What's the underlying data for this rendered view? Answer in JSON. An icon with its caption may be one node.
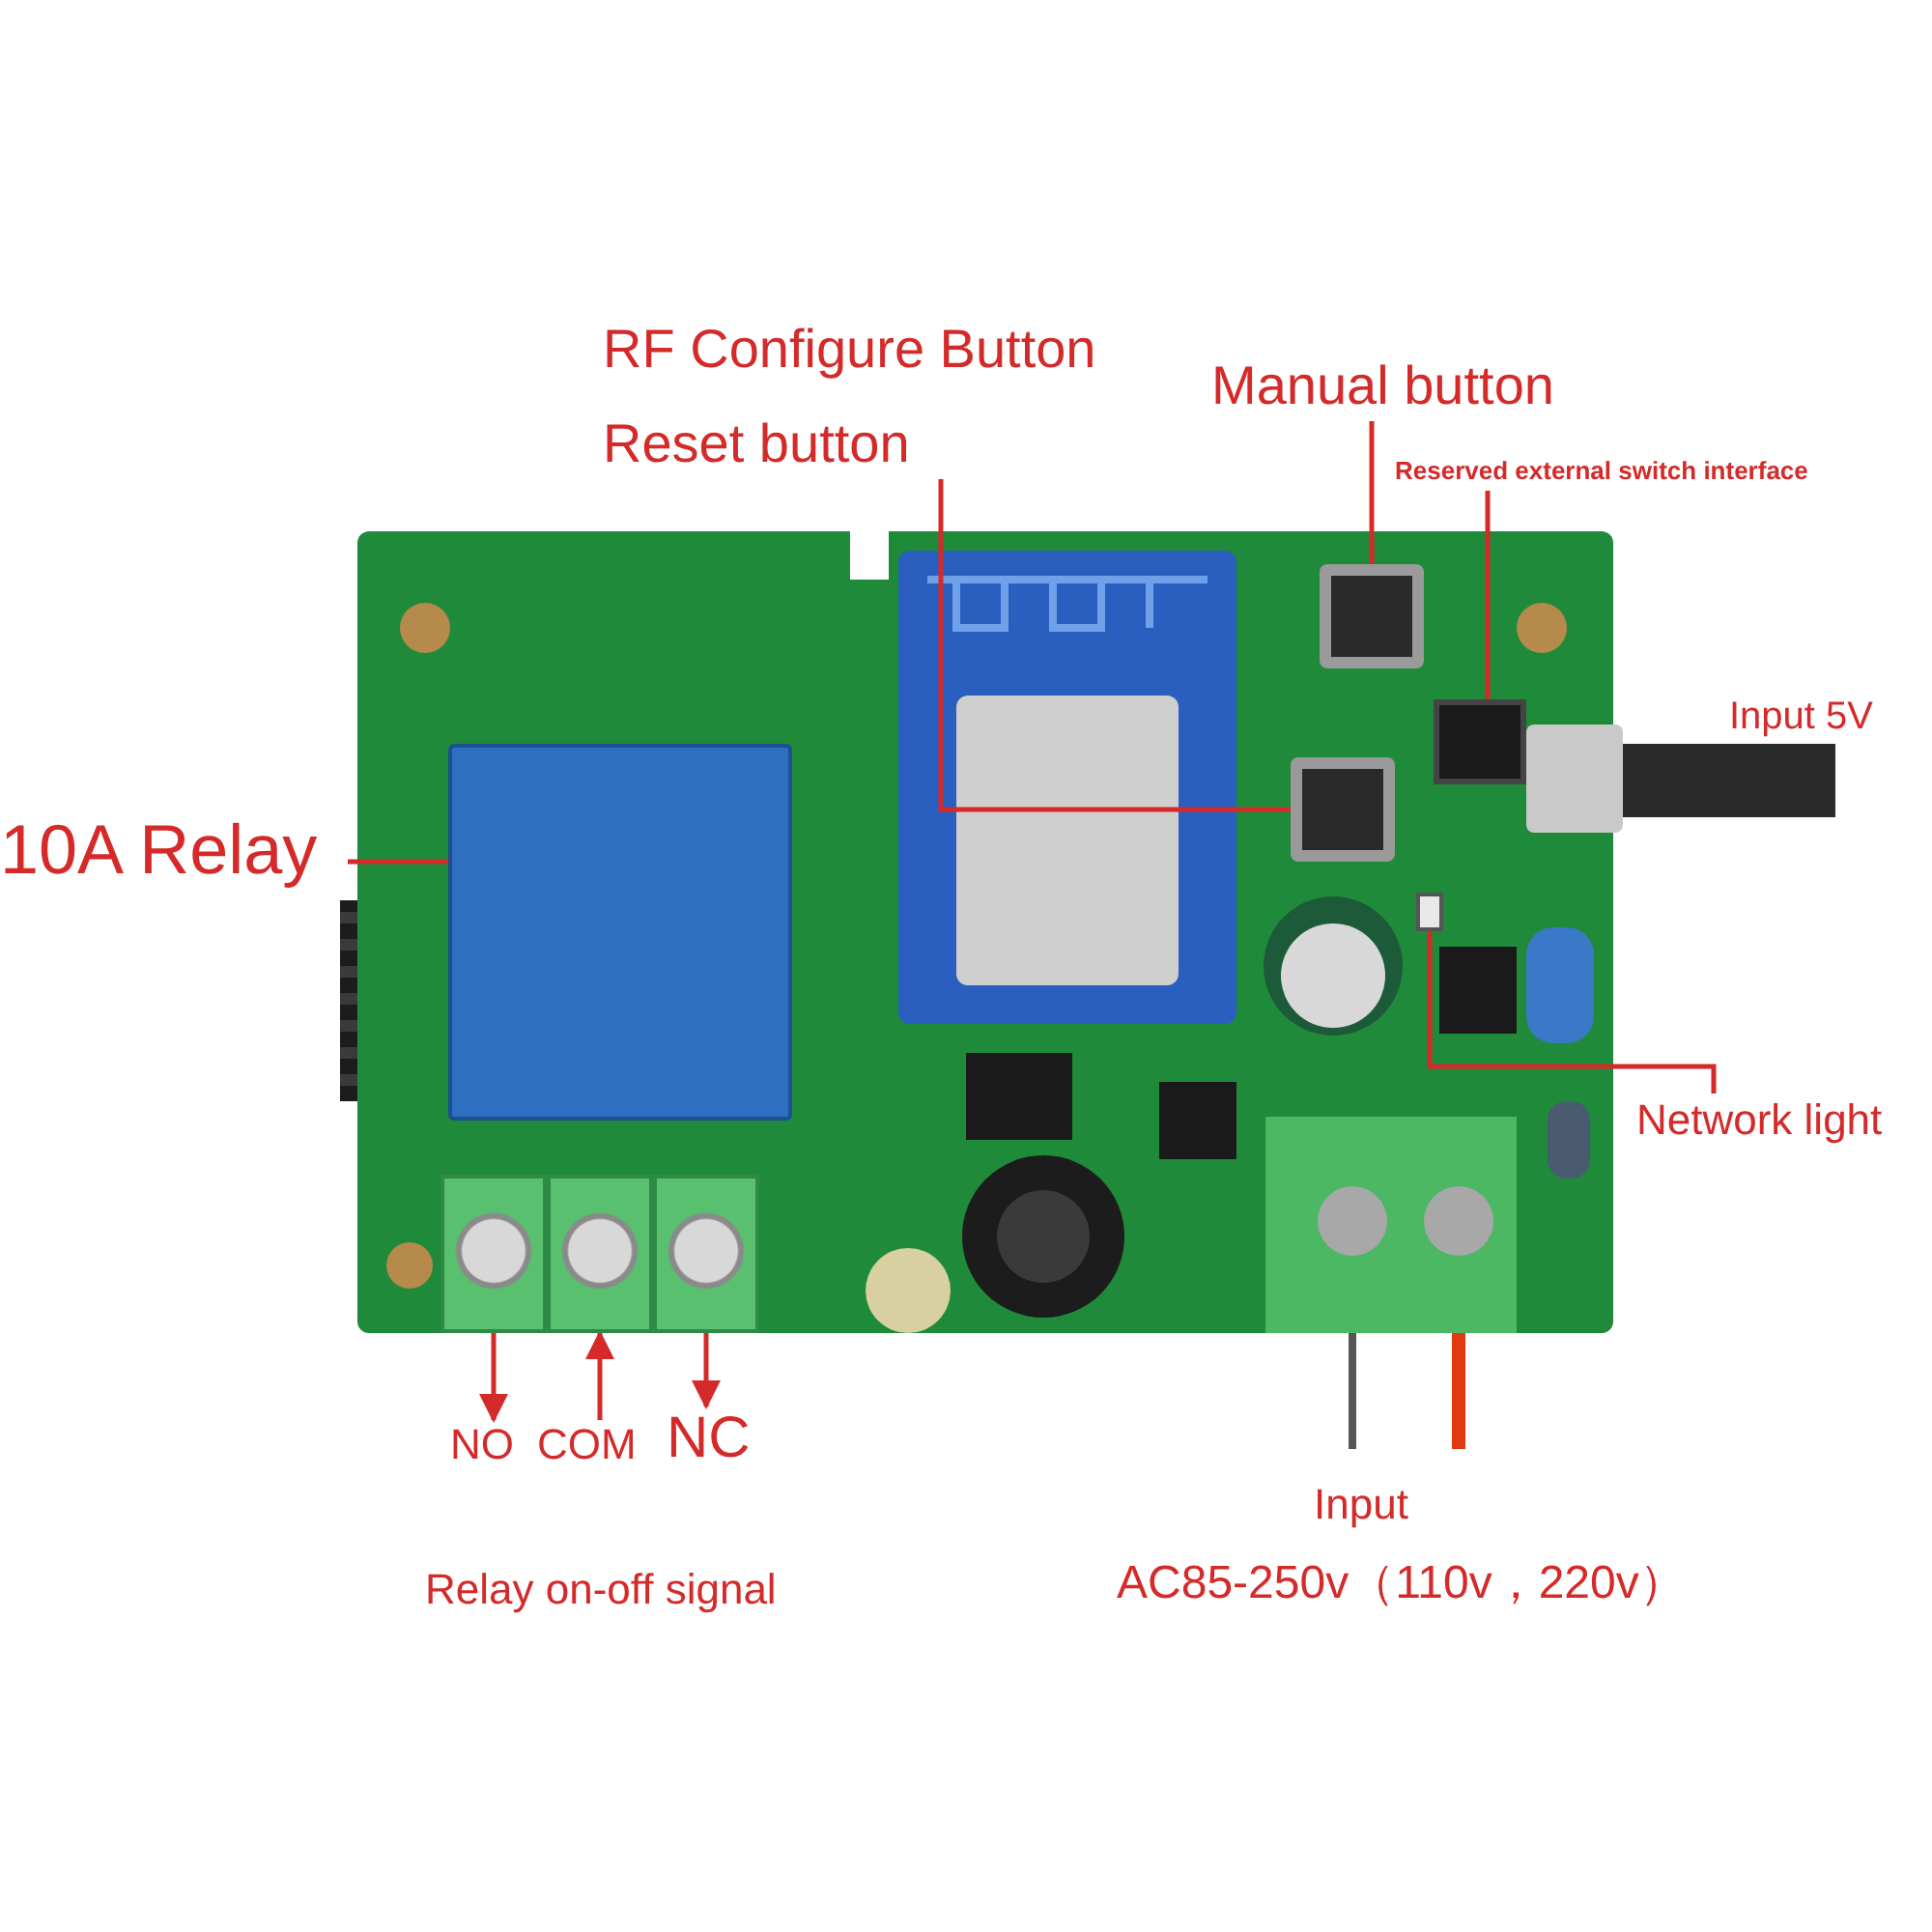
{
  "diagram": {
    "nodes": [
      {
        "text": [
          "Reset button"
        ]
      },
      {
        "text": [],
        "shape": "box"
      },
      {
        "text": [
          "Manual button"
        ]
      },
      {
        "text": [],
        "shape": "box"
      },
      {
        "text": [
          "Reserved external switch interface"
        ]
      },
      {
        "text": [],
        "shape": "box"
      },
      {
        "text": [
          "10A Relay"
        ]
      },
      {
        "text": [],
        "shape": "box"
      },
      {
        "text": [
          "Network light"
        ]
      },
      {
        "text": [],
        "shape": "box"
      },
      {
        "text": [],
        "shape": "box"
      },
      {
        "text": [
          "NO"
        ]
      },
      {
        "text": [],
        "shape": "box"
      },
      {
        "text": [
          "COM"
        ]
      },
      {
        "text": [],
        "shape": "box"
      },
      {
        "text": [
          "NC"
        ]
      }
    ],
    "edges": [
      {
        "from": 0,
        "to": 1,
        "arrow": "none"
      },
      {
        "from": 2,
        "to": 3,
        "arrow": "none"
      },
      {
        "from": 4,
        "to": 5,
        "arrow": "none"
      },
      {
        "from": 6,
        "to": 7,
        "arrow": "none"
      },
      {
        "from": 8,
        "to": 9,
        "arrow": "none"
      },
      {
        "from": 10,
        "to": 11,
        "arrow": "to"
      },
      {
        "from": 13,
        "to": 12,
        "arrow": "to"
      },
      {
        "from": 14,
        "to": 15,
        "arrow": "to"
      }
    ],
    "labels": [
      "RF Configure Button",
      "Input 5V",
      "Relay on-off signal",
      "Input",
      "AC85-250v（110v，220v）"
    ]
  }
}
